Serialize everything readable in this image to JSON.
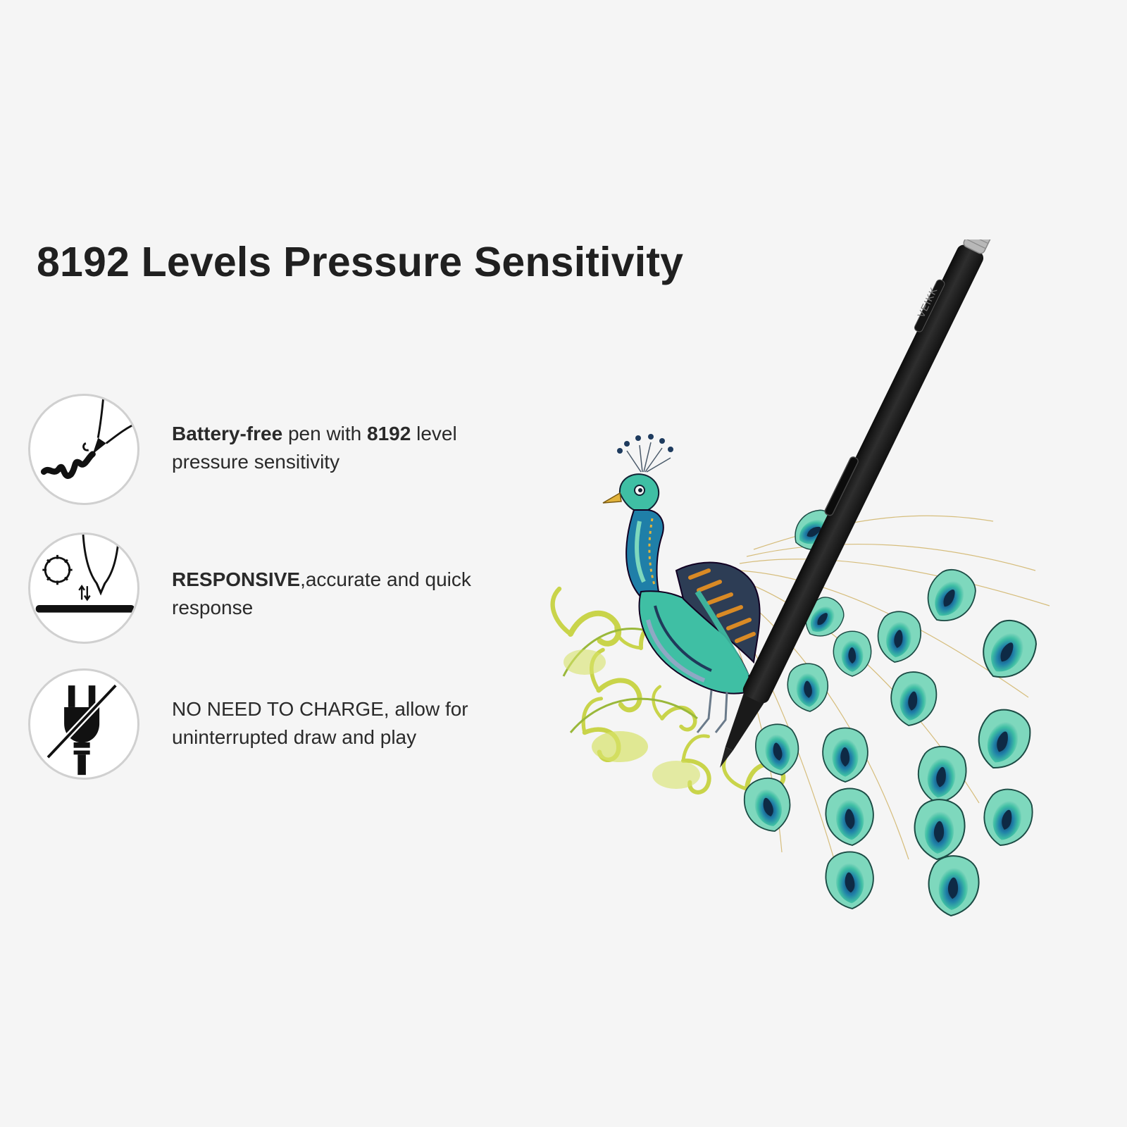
{
  "headline": "8192 Levels Pressure Sensitivity",
  "features": [
    {
      "icon": "pen-stroke-icon",
      "bold_1": "Battery-free",
      "text_1": " pen with ",
      "bold_2": "8192",
      "text_2": " level pressure sensitivity"
    },
    {
      "icon": "responsive-pen-icon",
      "bold_1": "RESPONSIVE",
      "text_1": ",accurate and quick response"
    },
    {
      "icon": "no-charge-plug-icon",
      "bold_1": "NO NEED TO CHARGE",
      "text_1": ", allow for uninterrupted draw and play"
    }
  ],
  "pen_brand": "VEIKK",
  "colors": {
    "background": "#f5f5f5",
    "text": "#2a2a2a",
    "pen_body": "#1e1e1e",
    "feather_teal": "#3fbfa4",
    "feather_blue": "#1f7fa8",
    "feather_yellow": "#c9d44a",
    "wing_orange": "#d98a25"
  }
}
